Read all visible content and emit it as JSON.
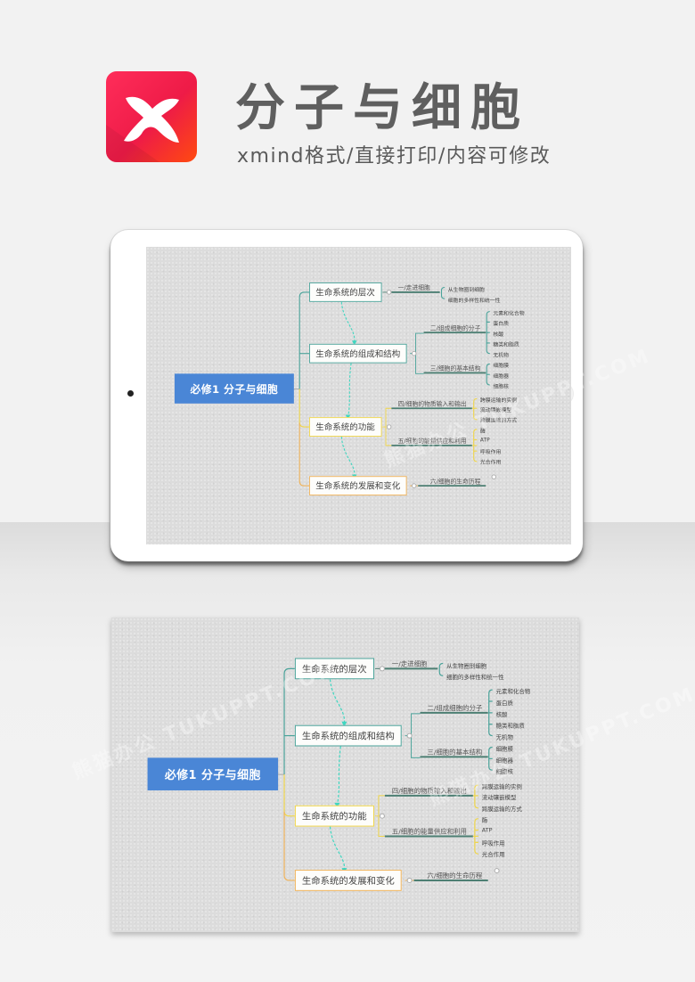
{
  "header": {
    "logo_icon": "xmind-logo-icon",
    "title": "分子与细胞",
    "subtitle": "xmind格式/直接打印/内容可修改"
  },
  "colors": {
    "root_fill": "#4a86d6",
    "teal": "#4aa39a",
    "yellow": "#f0d64a",
    "orange": "#f0b35a",
    "dashed_relation": "#3fd6c0",
    "sub_underline": "#4d7f73",
    "logo_gradient": [
      "#ff2d5a",
      "#ee1b47",
      "#ff4a10"
    ]
  },
  "watermark": "熊猫办公 TUKUPPT.COM",
  "mindmap": {
    "root": "必修1  分子与细胞",
    "branches": [
      {
        "label": "生命系统的层次",
        "color": "teal",
        "subs": [
          {
            "label": "一/走进细胞",
            "leaves": [
              "从生物圈到细胞",
              "细胞的多样性和统一性"
            ]
          }
        ]
      },
      {
        "label": "生命系统的组成和结构",
        "color": "teal",
        "subs": [
          {
            "label": "二/组成细胞的分子",
            "leaves": [
              "元素和化合物",
              "蛋白质",
              "核酸",
              "糖类和脂质",
              "无机物"
            ]
          },
          {
            "label": "三/细胞的基本结构",
            "leaves": [
              "细胞膜",
              "细胞器",
              "细胞核"
            ]
          }
        ]
      },
      {
        "label": "生命系统的功能",
        "color": "yellow",
        "subs": [
          {
            "label": "四/细胞的物质输入和输出",
            "leaves": [
              "跨膜运输的实例",
              "流动镶嵌模型",
              "跨膜运输的方式"
            ]
          },
          {
            "label": "五/细胞的能量供应和利用",
            "leaves": [
              "酶",
              "ATP",
              "呼吸作用",
              "光合作用"
            ]
          }
        ]
      },
      {
        "label": "生命系统的发展和变化",
        "color": "orange",
        "subs": [
          {
            "label": "六/细胞的生命历程",
            "leaves": []
          }
        ]
      }
    ]
  }
}
